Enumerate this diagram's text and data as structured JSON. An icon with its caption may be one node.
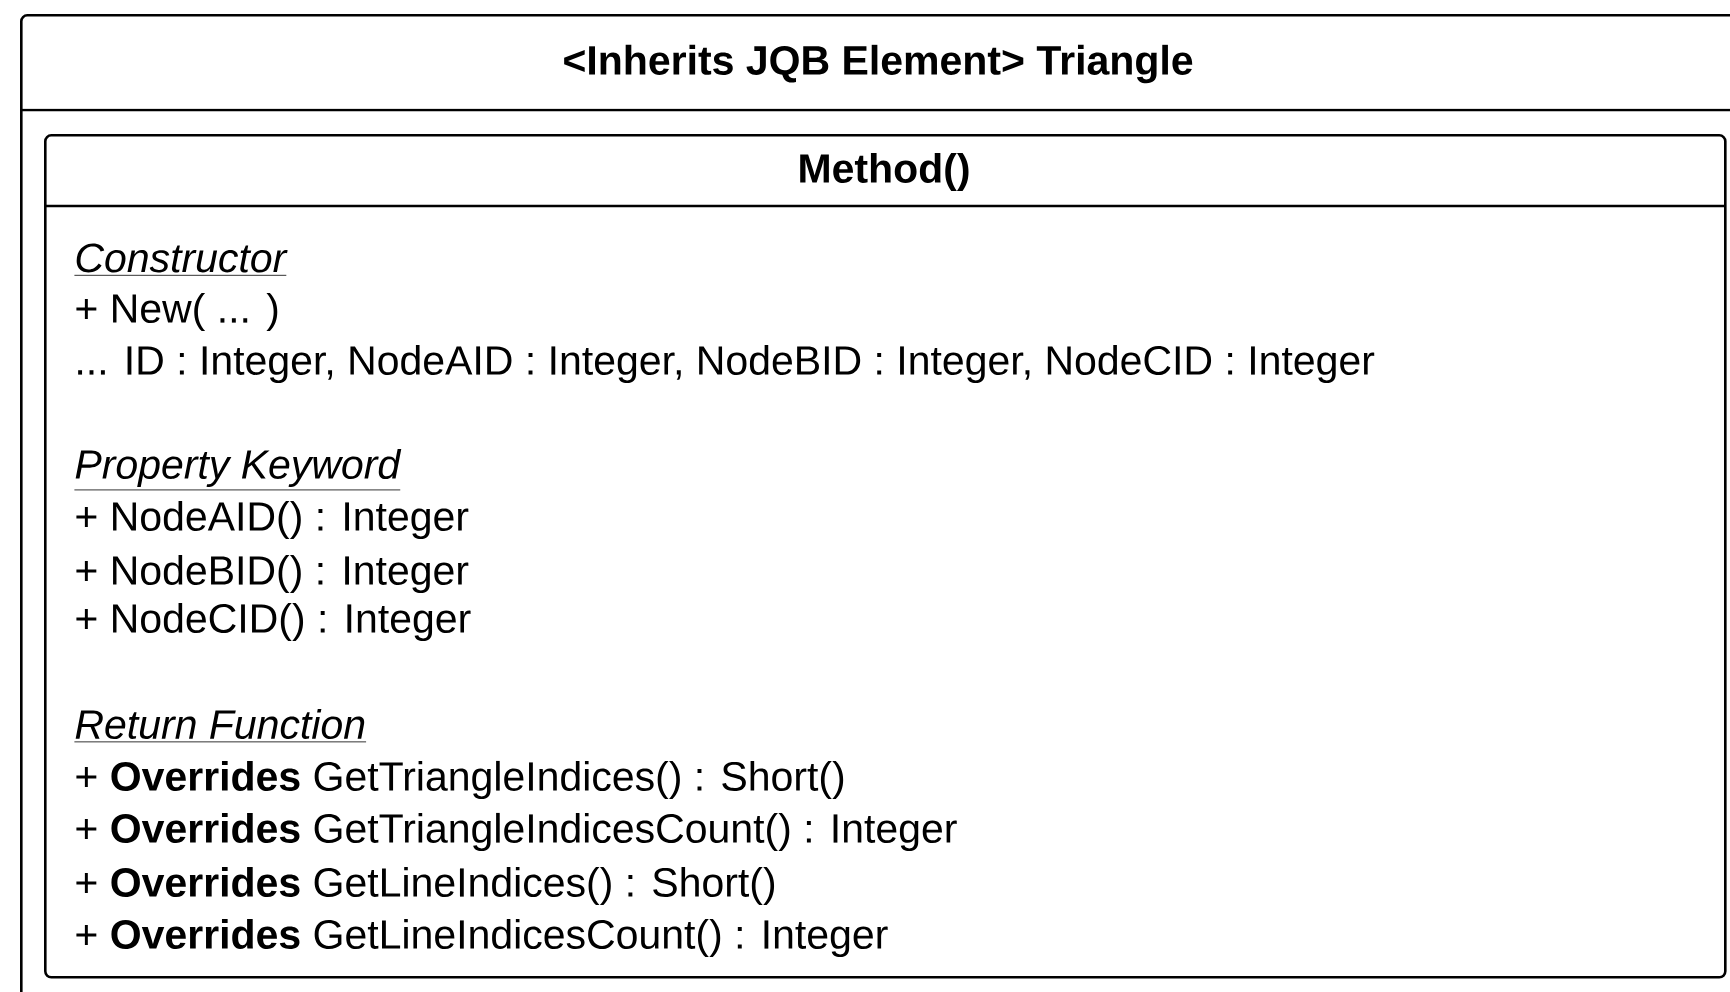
{
  "diagram": {
    "nodes": [
      {
        "text": [
          "<Inherits JQB Element> Triangle"
        ]
      },
      {
        "text": [
          "Method()",
          "Constructor",
          "+ New( ... )",
          "... ID : Integer, NodeAID : Integer, NodeBID : Integer, NodeCID : Integer",
          "Property Keyword",
          "+ NodeAID() : Integer",
          "+ NodeBID() : Integer",
          "+ NodeCID() : Integer",
          "Return Function",
          "+ **Overrides** GetTriangleIndices() : Short()",
          "+ **Overrides** GetTriangleIndicesCount() : Integer",
          "+ **Overrides** GetLineIndices() : Short()",
          "+ **Overrides** GetLineIndicesCount() : Integer"
        ],
        "in": 0
      }
    ]
  }
}
